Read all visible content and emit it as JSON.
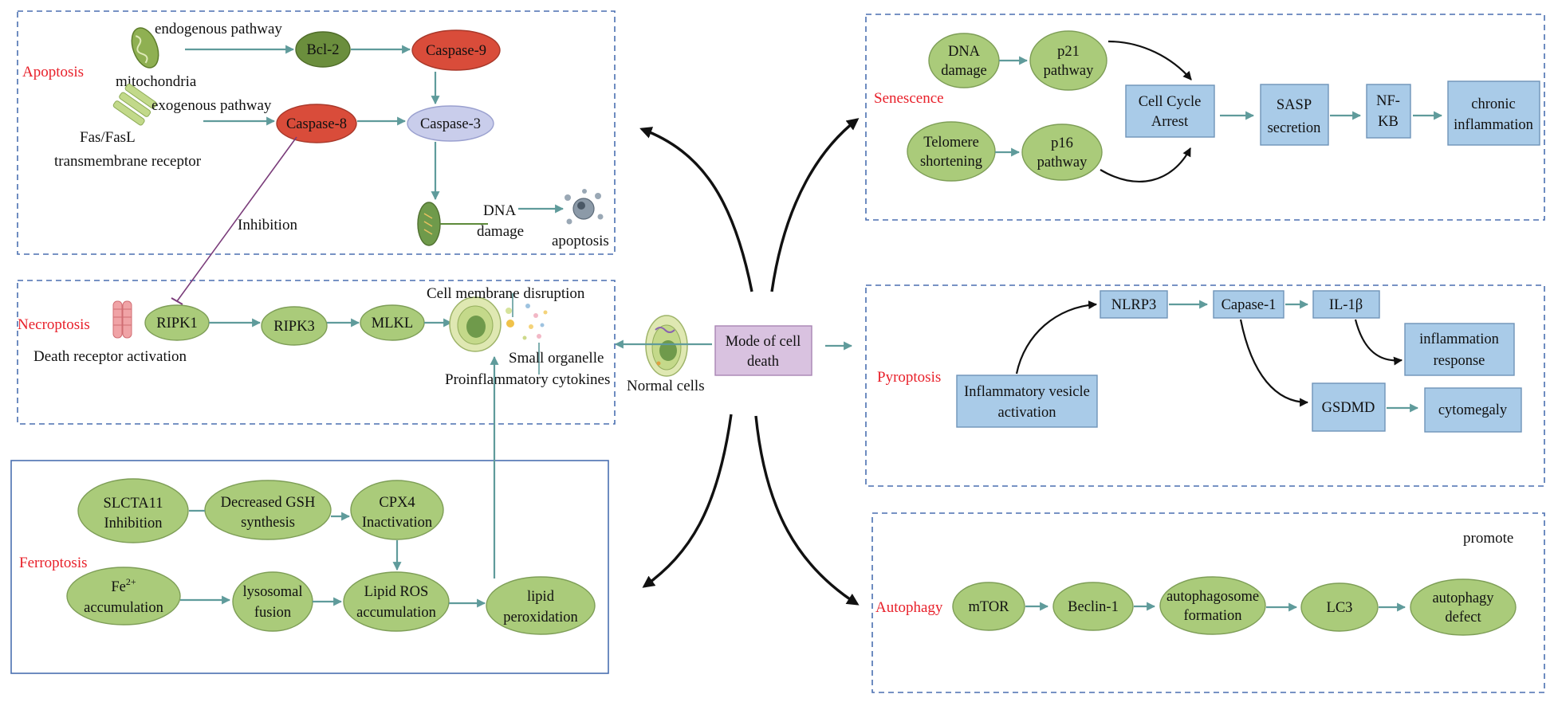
{
  "center": {
    "label": [
      "Mode of cell",
      "death"
    ],
    "normal_cells": "Normal cells"
  },
  "apoptosis": {
    "title": "Apoptosis",
    "endogenous": "endogenous pathway",
    "mitochondria": "mitochondria",
    "exogenous": "exogenous pathway",
    "fas1": "Fas/FasL",
    "fas2": "transmembrane receptor",
    "bcl2": "Bcl-2",
    "casp9": "Caspase-9",
    "casp8": "Caspase-8",
    "casp3": "Caspase-3",
    "dna1": "DNA",
    "dna2": "damage",
    "apoptosis_label": "apoptosis",
    "inhibition": "Inhibition"
  },
  "necroptosis": {
    "title": "Necroptosis",
    "ripk1": "RIPK1",
    "ripk3": "RIPK3",
    "mlkl": "MLKL",
    "death_receptor": "Death receptor activation",
    "membrane": "Cell membrane disruption",
    "organelle": "Small organelle",
    "cytokines": "Proinflammatory cytokines"
  },
  "ferroptosis": {
    "title": "Ferroptosis",
    "slc": [
      "SLCTA11",
      "Inhibition"
    ],
    "gsh": [
      "Decreased GSH",
      "synthesis"
    ],
    "cpx4": [
      "CPX4",
      "Inactivation"
    ],
    "fe": [
      "Fe",
      "2+",
      "accumulation"
    ],
    "lyso": [
      "lysosomal",
      "fusion"
    ],
    "ros": [
      "Lipid ROS",
      "accumulation"
    ],
    "lipid": [
      "lipid",
      "peroxidation"
    ]
  },
  "senescence": {
    "title": "Senescence",
    "dna": [
      "DNA",
      "damage"
    ],
    "p21": [
      "p21",
      "pathway"
    ],
    "telomere": [
      "Telomere",
      "shortening"
    ],
    "p16": [
      "p16",
      "pathway"
    ],
    "arrest": [
      "Cell Cycle",
      "Arrest"
    ],
    "sasp": [
      "SASP",
      "secretion"
    ],
    "nfkb": [
      "NF-",
      "KB"
    ],
    "chronic": [
      "chronic",
      "inflammation"
    ]
  },
  "pyroptosis": {
    "title": "Pyroptosis",
    "vesicle": [
      "Inflammatory vesicle",
      "activation"
    ],
    "nlrp3": "NLRP3",
    "capase1": "Capase-1",
    "il1b": "IL-1β",
    "inflam": [
      "inflammation",
      "response"
    ],
    "gsdmd": "GSDMD",
    "cyto": "cytomegaly"
  },
  "autophagy": {
    "title": "Autophagy",
    "promote": "promote",
    "mtor": "mTOR",
    "beclin": "Beclin-1",
    "auto_form": [
      "autophagosome",
      "formation"
    ],
    "lc3": "LC3",
    "defect": [
      "autophagy",
      "defect"
    ]
  }
}
